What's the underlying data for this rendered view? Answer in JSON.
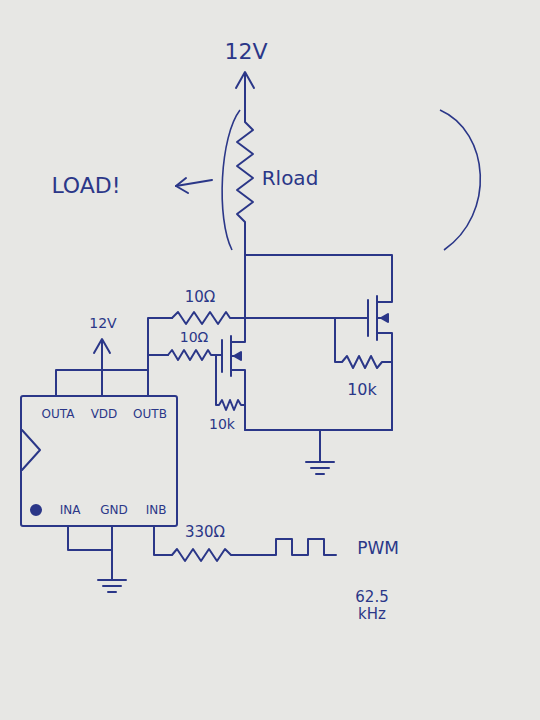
{
  "diagram": {
    "nodes": [
      {
        "text": [
          "Rload"
        ]
      },
      {
        "text": [
          "OUTA",
          "VDD",
          "OUTB",
          "INA",
          "GND",
          "INB"
        ]
      }
    ],
    "labels": [
      "12V",
      "LOAD!",
      "10Ω",
      "10Ω",
      "10k",
      "10k",
      "12V",
      "330Ω",
      "PWM",
      "62.5 kHz"
    ]
  }
}
